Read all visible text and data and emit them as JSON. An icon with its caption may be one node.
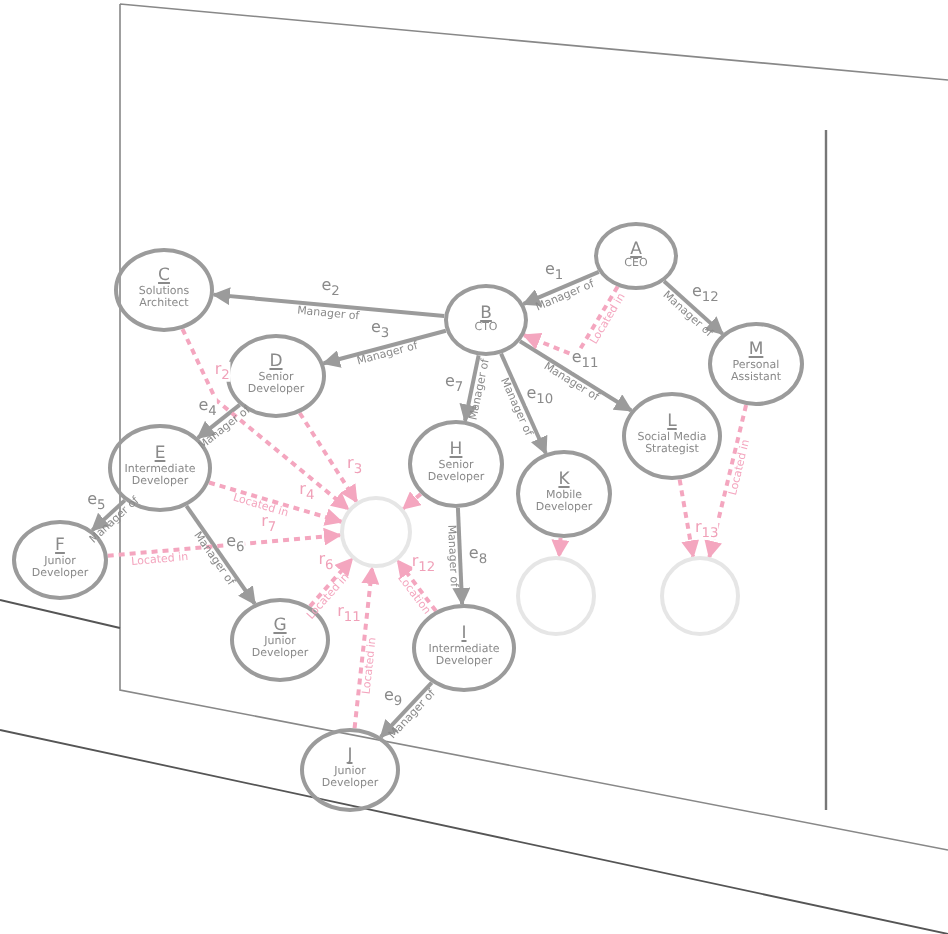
{
  "diagram": {
    "nodes": [
      {
        "text": [
          "A",
          "CEO"
        ]
      },
      {
        "text": [
          "B",
          "CTO"
        ]
      },
      {
        "text": [
          "C",
          "Solutions Architect"
        ]
      },
      {
        "text": [
          "D",
          "Senior Developer"
        ]
      },
      {
        "text": [
          "E",
          "Intermediate Developer"
        ]
      },
      {
        "text": [
          "F",
          "Junior Developer"
        ]
      },
      {
        "text": [
          "G",
          "Junior Developer"
        ]
      },
      {
        "text": [
          "H",
          "Senior Developer"
        ]
      },
      {
        "text": [
          "I",
          "Intermediate Developer"
        ]
      },
      {
        "text": [
          "J",
          "Junior Developer"
        ]
      },
      {
        "text": [
          "K",
          "Mobile Developer"
        ]
      },
      {
        "text": [
          "L",
          "Social Media Strategist"
        ]
      },
      {
        "text": [
          "M",
          "Personal Assistant"
        ]
      },
      {
        "text": [],
        "shape": "circle"
      },
      {
        "text": [],
        "shape": "circle"
      },
      {
        "text": [],
        "shape": "circle"
      }
    ],
    "edges": [
      {
        "from": 0,
        "to": 1,
        "arrow": "to",
        "label": "Manager of"
      },
      {
        "from": 1,
        "to": 2,
        "arrow": "to",
        "label": "Manager of"
      },
      {
        "from": 1,
        "to": 3,
        "arrow": "to",
        "label": "Manager of"
      },
      {
        "from": 3,
        "to": 4,
        "arrow": "to",
        "label": "Manager of"
      },
      {
        "from": 4,
        "to": 5,
        "arrow": "to",
        "label": "Manager of"
      },
      {
        "from": 4,
        "to": 6,
        "arrow": "to",
        "label": "Manager of"
      },
      {
        "from": 1,
        "to": 7,
        "arrow": "to",
        "label": "Manager of"
      },
      {
        "from": 7,
        "to": 8,
        "arrow": "to",
        "label": "Manager of"
      },
      {
        "from": 8,
        "to": 9,
        "arrow": "to",
        "label": "Manager of"
      },
      {
        "from": 1,
        "to": 10,
        "arrow": "to",
        "label": "Manager of"
      },
      {
        "from": 1,
        "to": 11,
        "arrow": "to",
        "label": "Manager of"
      },
      {
        "from": 0,
        "to": 12,
        "arrow": "to",
        "label": "Manager of"
      },
      {
        "from": 0,
        "to": 1,
        "arrow": "to",
        "label": "Located in",
        "style": "dashed",
        "color": "#f4a6bf"
      },
      {
        "from": 2,
        "to": 13,
        "arrow": "to",
        "style": "dashed",
        "color": "#f4a6bf"
      },
      {
        "from": 3,
        "to": 13,
        "arrow": "to",
        "style": "dashed",
        "color": "#f4a6bf"
      },
      {
        "from": 4,
        "to": 13,
        "arrow": "to",
        "label": "Located in",
        "style": "dashed",
        "color": "#f4a6bf"
      },
      {
        "from": 5,
        "to": 13,
        "arrow": "to",
        "label": "Located in",
        "style": "dashed",
        "color": "#f4a6bf"
      },
      {
        "from": 6,
        "to": 13,
        "arrow": "to",
        "label": "Located in",
        "style": "dashed",
        "color": "#f4a6bf"
      },
      {
        "from": 7,
        "to": 13,
        "arrow": "to",
        "style": "dashed",
        "color": "#f4a6bf"
      },
      {
        "from": 8,
        "to": 13,
        "arrow": "to",
        "label": "Location",
        "style": "dashed",
        "color": "#f4a6bf"
      },
      {
        "from": 9,
        "to": 13,
        "arrow": "to",
        "label": "Located in",
        "style": "dashed",
        "color": "#f4a6bf"
      },
      {
        "from": 10,
        "to": 14,
        "arrow": "to",
        "style": "dashed",
        "color": "#f4a6bf"
      },
      {
        "from": 11,
        "to": 15,
        "arrow": "to",
        "style": "dashed",
        "color": "#f4a6bf"
      },
      {
        "from": 12,
        "to": 15,
        "arrow": "to",
        "label": "Located in",
        "style": "dashed",
        "color": "#f4a6bf"
      }
    ],
    "labels": [
      "e$_{1}$",
      "e$_{2}$",
      "e$_{3}$",
      "e$_{4}$",
      "e$_{5}$",
      "e$_{6}$",
      "e$_{7}$",
      "e$_{8}$",
      "e$_{9}$",
      "e$_{10}$",
      "e$_{11}$",
      "e$_{12}$",
      "r$_{2}$",
      "r$_{3}$",
      "r$_{4}$",
      "r$_{7}$",
      "r$_{6}$",
      "r$_{12}$",
      "r$_{11}$",
      "r$_{13}$"
    ]
  }
}
